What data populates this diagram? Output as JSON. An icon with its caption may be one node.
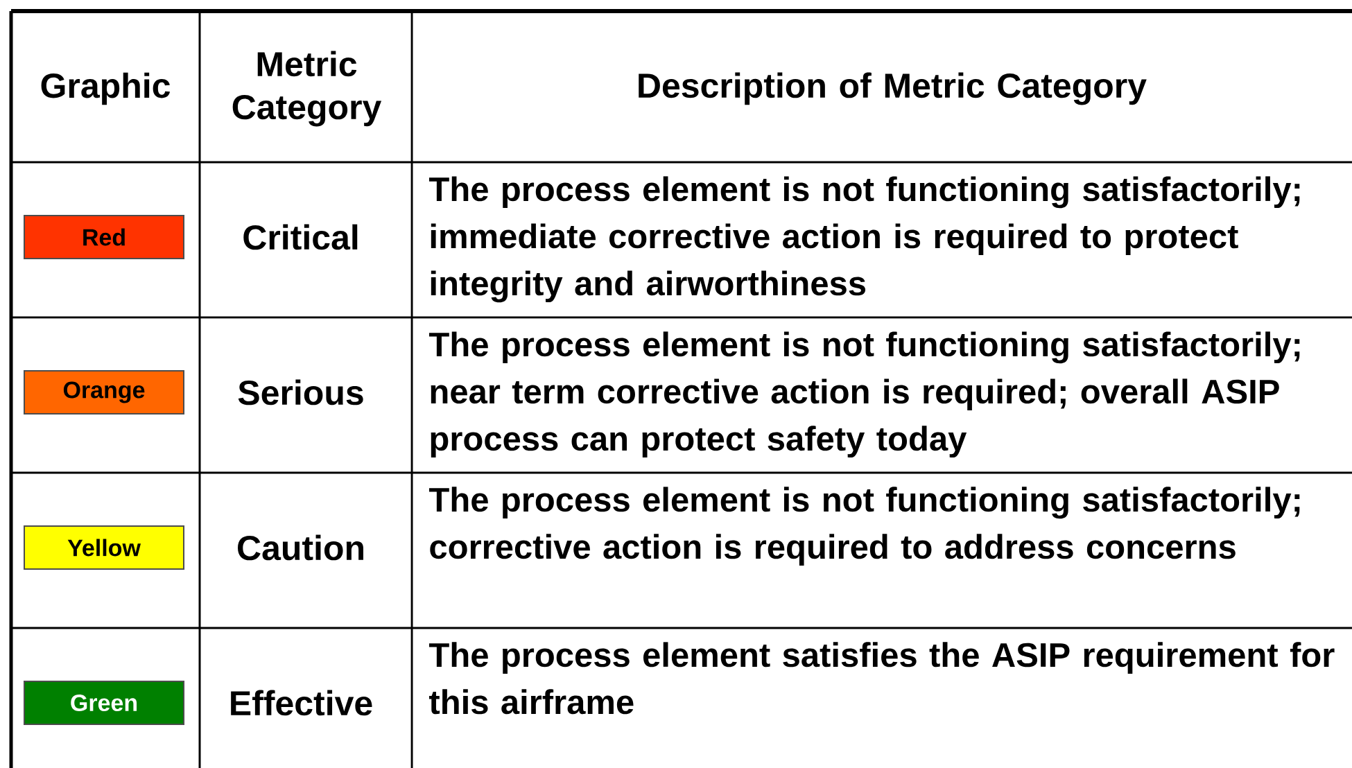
{
  "diagram": {
    "nodes": [
      {
        "text": [
          "Red"
        ]
      },
      {
        "text": [
          "Orange"
        ]
      },
      {
        "text": [
          "Yellow"
        ]
      },
      {
        "text": [
          "Green"
        ]
      }
    ],
    "labels": [
      "Graphic",
      "Metric Category",
      "Description of Metric Category",
      "Critical",
      "The process element is not functioning satisfactorily; immediate corrective action is required to protect integrity and airworthiness",
      "Serious",
      "The process element is not functioning satisfactorily; near term corrective action is required; overall ASIP process can protect safety today",
      "Caution",
      "The process element is not functioning satisfactorily; corrective action is required to address concerns",
      "Effective",
      "The process element satisfies the ASIP requirement for this airframe"
    ]
  }
}
